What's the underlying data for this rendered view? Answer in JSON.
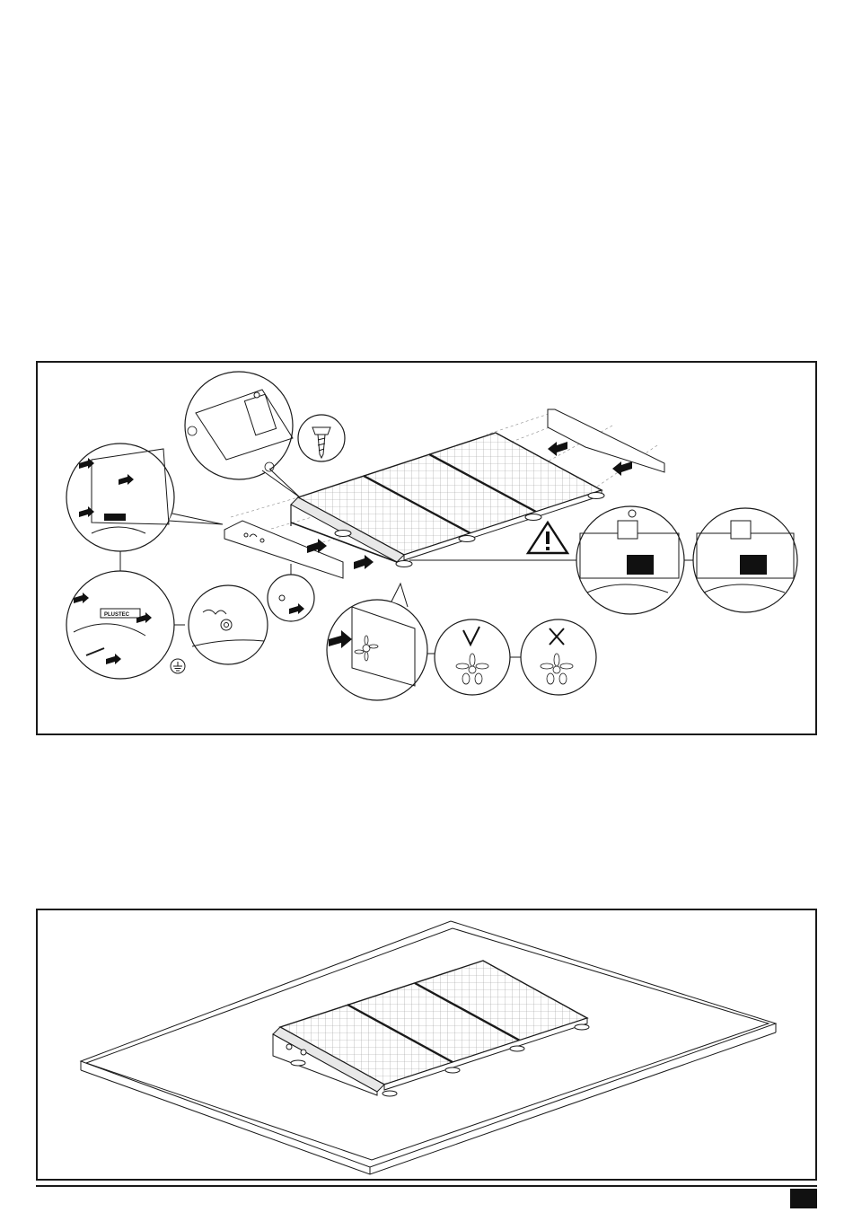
{
  "document": {
    "steps": [
      {
        "name": "assembly-step",
        "label_text": "PLUSTEC"
      },
      {
        "name": "finished-installation"
      }
    ],
    "icons": {
      "warning": "warning-triangle-icon",
      "correct": "checkmark-icon",
      "wrong": "cross-icon",
      "ground": "ground-symbol-icon",
      "screw": "self-tapping-screw-icon",
      "arrow": "push-arrow-icon"
    },
    "colors": {
      "line": "#1a1a1a",
      "fill": "#ffffff",
      "marker": "#111111"
    }
  }
}
